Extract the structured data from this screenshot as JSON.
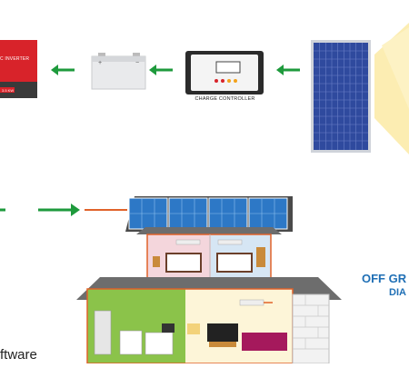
{
  "inverter": {
    "label": "C INVERTER",
    "spec": "3.5 KW"
  },
  "battery": {
    "plus": "+",
    "minus": "−"
  },
  "charge_controller": {
    "label": "CHARGE CONTROLLER"
  },
  "title": {
    "line1": "OFF GR",
    "line2": "DIA"
  },
  "caption": "ftware",
  "colors": {
    "arrow": "#1e9a3c",
    "inverter": "#d8232a",
    "panel": "#2f4a9e",
    "wire": "#e0622a",
    "title": "#1f6fb5",
    "sky_glow": "#fbeaa5"
  }
}
